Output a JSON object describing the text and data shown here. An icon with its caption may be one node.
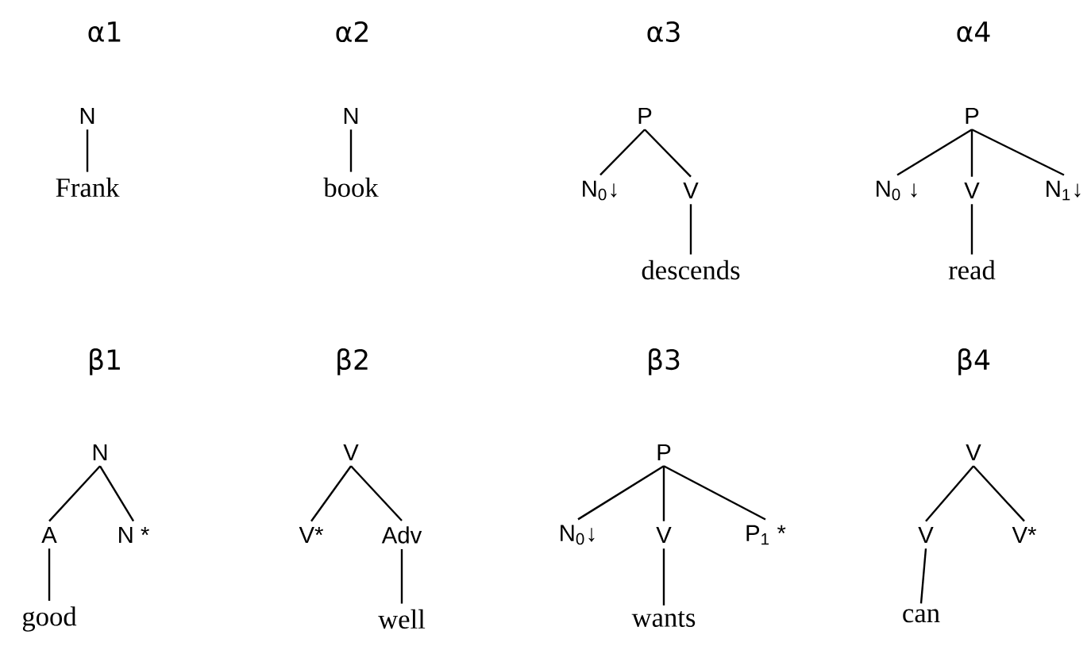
{
  "diagram": {
    "nodes": [
      {
        "text": [
          "N"
        ]
      },
      {
        "text": [
          "Frank"
        ]
      },
      {
        "text": [
          "N"
        ]
      },
      {
        "text": [
          "book"
        ]
      },
      {
        "text": [
          "P"
        ]
      },
      {
        "text": [
          "N$_{0}$↓"
        ]
      },
      {
        "text": [
          "V"
        ]
      },
      {
        "text": [
          "descends"
        ]
      },
      {
        "text": [
          "P"
        ]
      },
      {
        "text": [
          "N$_{0}$ ↓"
        ]
      },
      {
        "text": [
          "V"
        ]
      },
      {
        "text": [
          "N$_{1}$↓"
        ]
      },
      {
        "text": [
          "read"
        ]
      },
      {
        "text": [
          "N"
        ]
      },
      {
        "text": [
          "A"
        ]
      },
      {
        "text": [
          "N *"
        ]
      },
      {
        "text": [
          "good"
        ]
      },
      {
        "text": [
          "V"
        ]
      },
      {
        "text": [
          "V*"
        ]
      },
      {
        "text": [
          "Adv"
        ]
      },
      {
        "text": [
          "well"
        ]
      },
      {
        "text": [
          "P"
        ]
      },
      {
        "text": [
          "N$_{0}$↓"
        ]
      },
      {
        "text": [
          "V"
        ]
      },
      {
        "text": [
          "P$_{1}$ *"
        ]
      },
      {
        "text": [
          "wants"
        ]
      },
      {
        "text": [
          "V"
        ]
      },
      {
        "text": [
          "V"
        ]
      },
      {
        "text": [
          "V*"
        ]
      },
      {
        "text": [
          "can"
        ]
      }
    ],
    "edges": [
      {
        "from": 0,
        "to": 1,
        "arrow": "none"
      },
      {
        "from": 2,
        "to": 3,
        "arrow": "none"
      },
      {
        "from": 4,
        "to": 5,
        "arrow": "none"
      },
      {
        "from": 4,
        "to": 6,
        "arrow": "none"
      },
      {
        "from": 6,
        "to": 7,
        "arrow": "none"
      },
      {
        "from": 8,
        "to": 9,
        "arrow": "none"
      },
      {
        "from": 8,
        "to": 10,
        "arrow": "none"
      },
      {
        "from": 8,
        "to": 11,
        "arrow": "none"
      },
      {
        "from": 10,
        "to": 12,
        "arrow": "none"
      },
      {
        "from": 13,
        "to": 14,
        "arrow": "none"
      },
      {
        "from": 13,
        "to": 15,
        "arrow": "none"
      },
      {
        "from": 14,
        "to": 16,
        "arrow": "none"
      },
      {
        "from": 17,
        "to": 18,
        "arrow": "none"
      },
      {
        "from": 17,
        "to": 19,
        "arrow": "none"
      },
      {
        "from": 19,
        "to": 20,
        "arrow": "none"
      },
      {
        "from": 21,
        "to": 22,
        "arrow": "none"
      },
      {
        "from": 21,
        "to": 23,
        "arrow": "none"
      },
      {
        "from": 21,
        "to": 24,
        "arrow": "none"
      },
      {
        "from": 23,
        "to": 25,
        "arrow": "none"
      },
      {
        "from": 26,
        "to": 27,
        "arrow": "none"
      },
      {
        "from": 26,
        "to": 28,
        "arrow": "none"
      },
      {
        "from": 27,
        "to": 29,
        "arrow": "none"
      }
    ],
    "labels": [
      "α1",
      "α2",
      "α3",
      "α4",
      "β1",
      "β2",
      "β3",
      "β4"
    ]
  }
}
